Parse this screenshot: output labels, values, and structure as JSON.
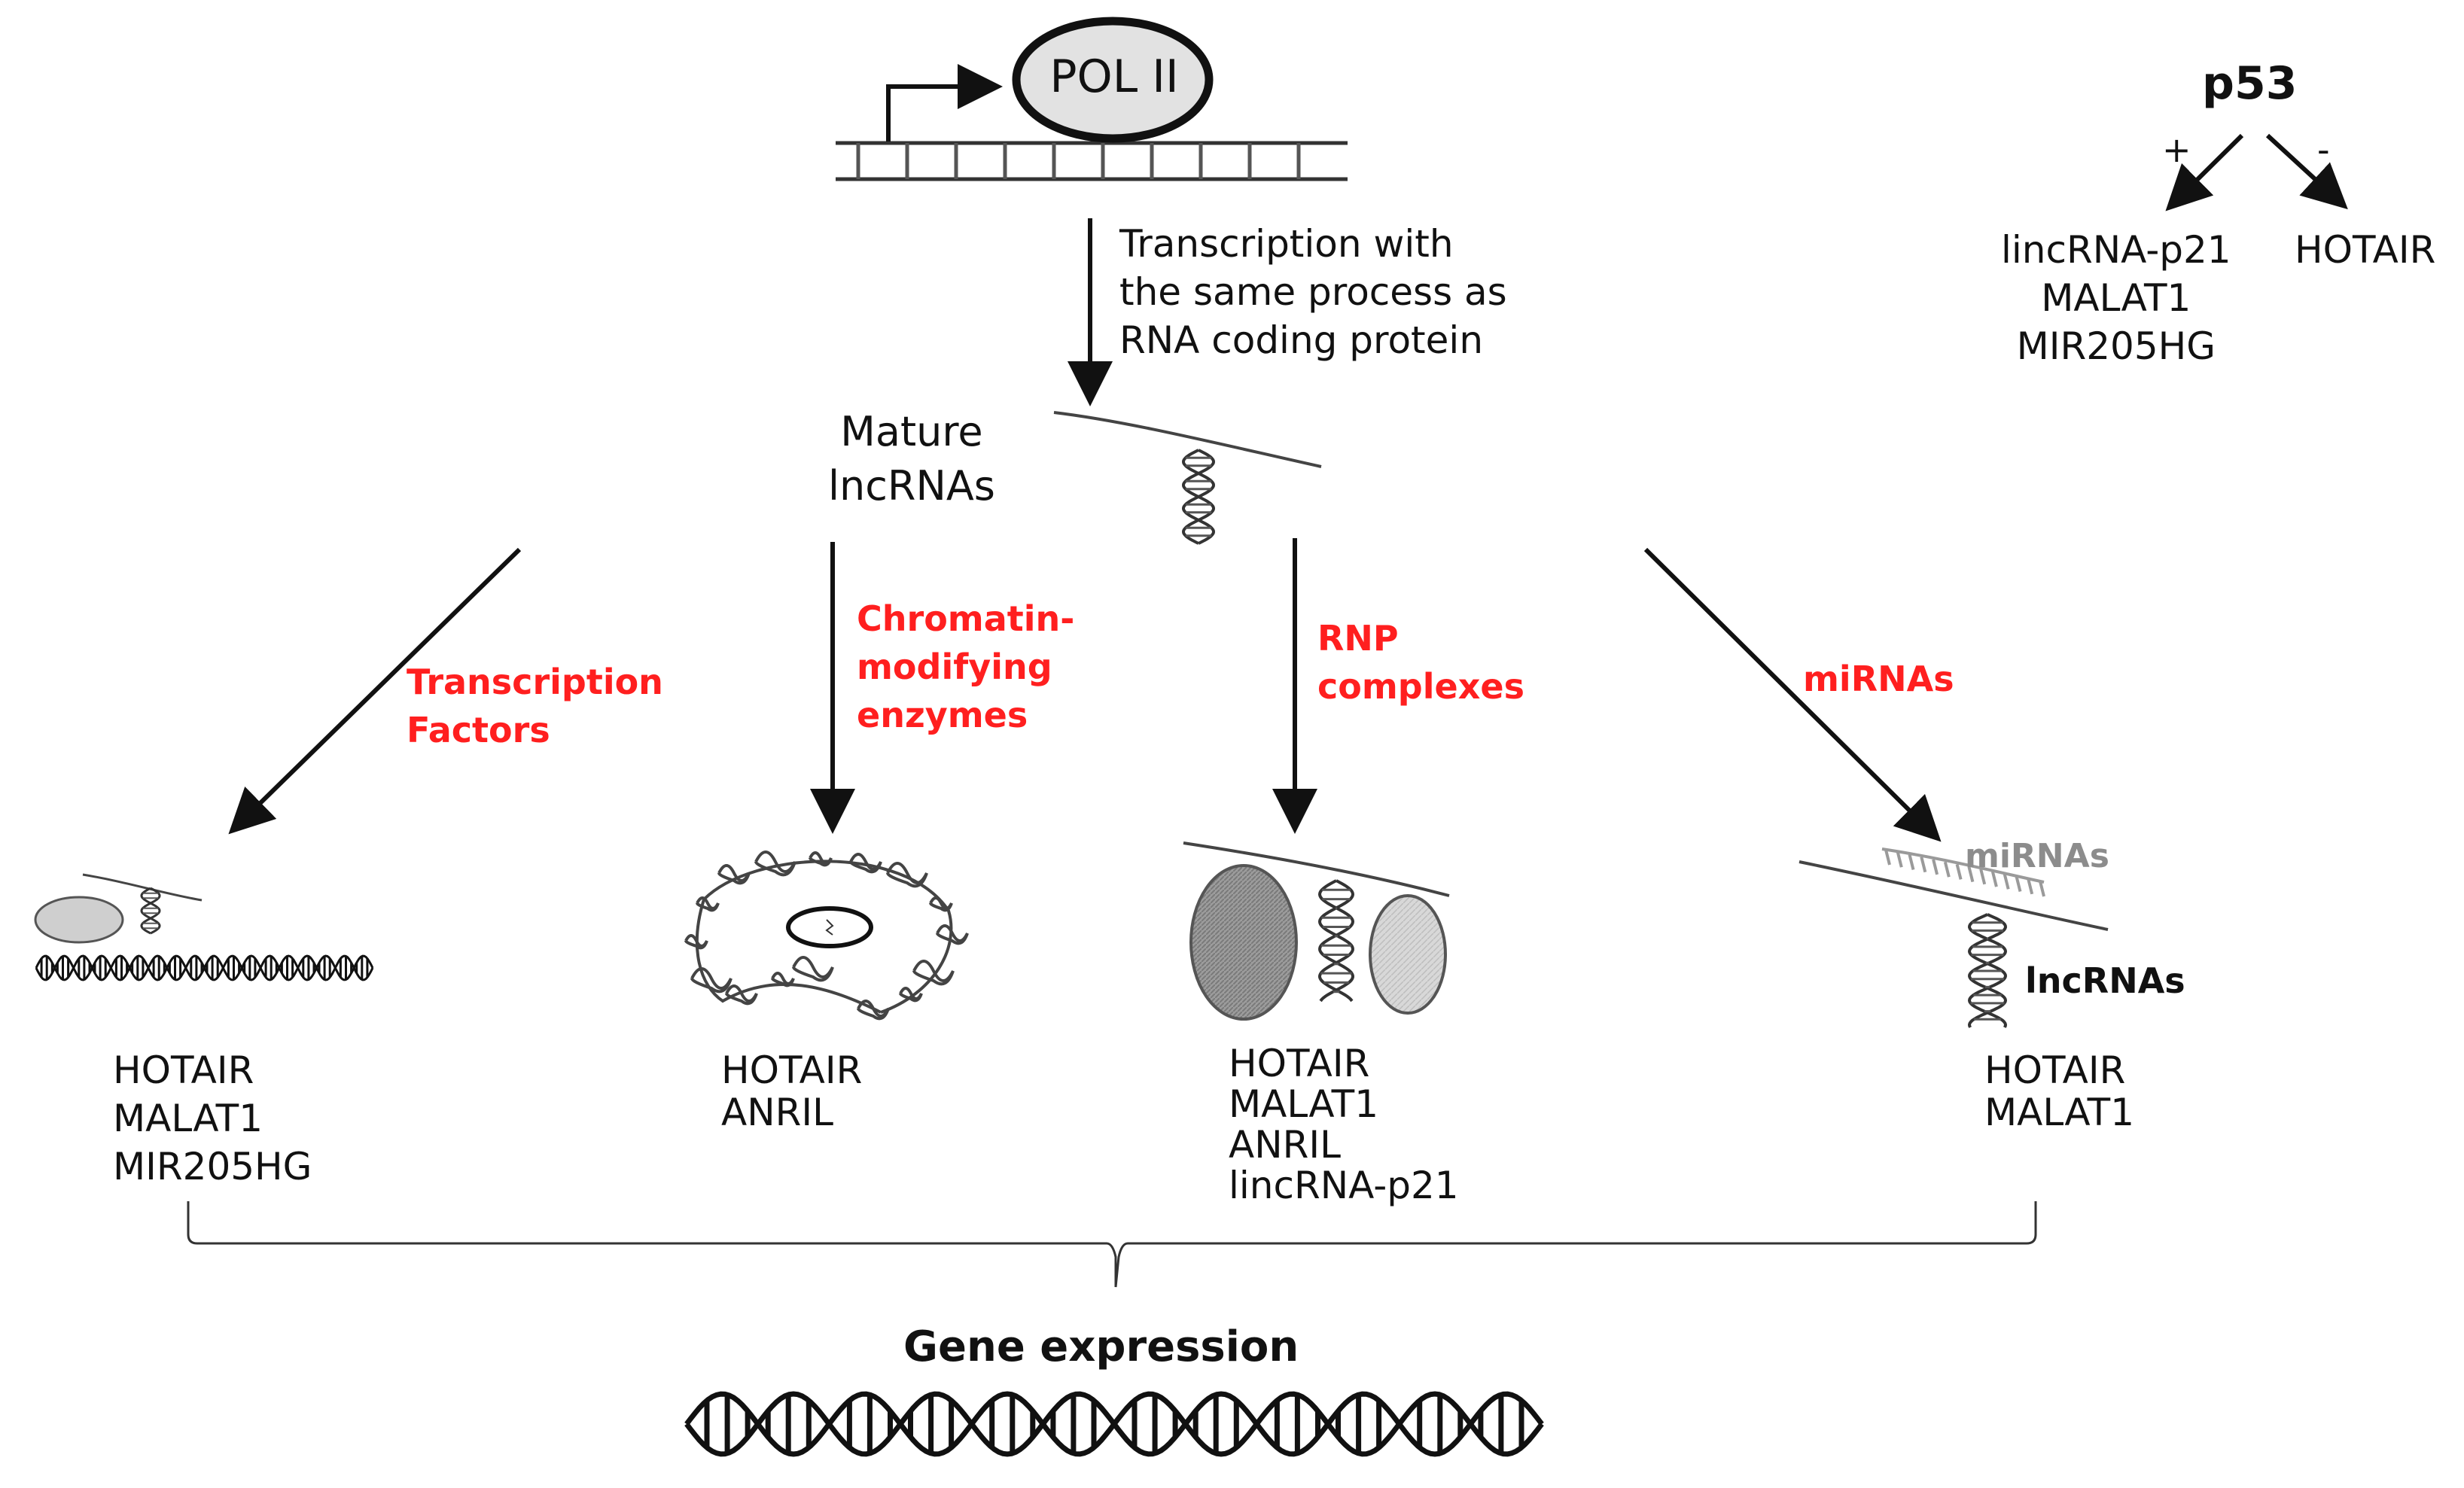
{
  "pol2": {
    "label": "POL II"
  },
  "transcription_note": "Transcription with\nthe same process as\nRNA coding protein",
  "mature": "Mature\nlncRNAs",
  "p53": {
    "title": "p53",
    "plus": "+",
    "minus": "-",
    "activated": "lincRNA-p21\nMALAT1\nMIR205HG",
    "repressed": "HOTAIR"
  },
  "pathways": [
    {
      "label": "Transcription\nFactors",
      "genes": "HOTAIR\nMALAT1\nMIR205HG"
    },
    {
      "label": "Chromatin-\nmodifying\nenzymes",
      "genes": "HOTAIR\nANRIL"
    },
    {
      "label": "RNP\ncomplexes",
      "genes": "HOTAIR\nMALAT1\nANRIL\nlincRNA-p21"
    },
    {
      "label": "miRNAs",
      "genes": "HOTAIR\nMALAT1"
    }
  ],
  "mirna_panel": {
    "mirna_label": "miRNAs",
    "lncrna_label": "lncRNAs"
  },
  "gene_expression": "Gene expression",
  "colors": {
    "accent_red": "#ff1f1f",
    "line": "#111111",
    "grey_fill": "#d6d6d6",
    "dark_grey": "#9a9a9a"
  }
}
